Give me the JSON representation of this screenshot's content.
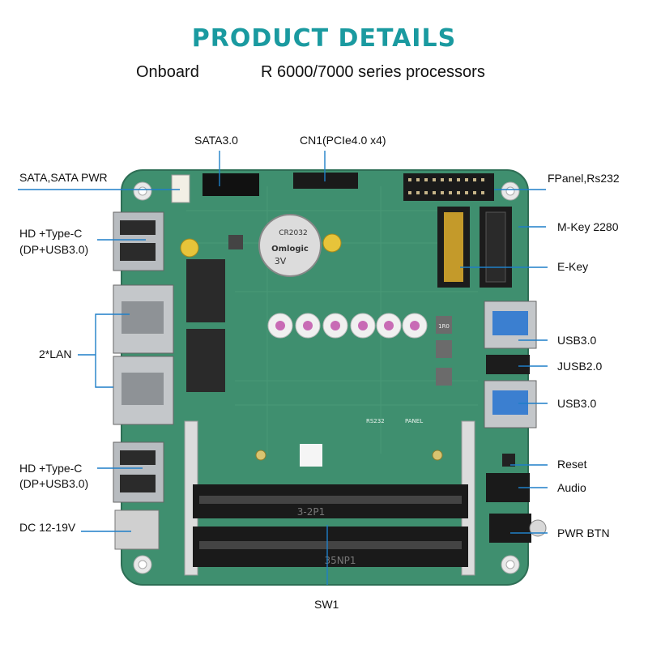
{
  "header": {
    "title": "PRODUCT DETAILS",
    "onboard": "Onboard",
    "processors": "R 6000/7000 series processors"
  },
  "colors": {
    "title": "#1a9aa0",
    "leader_line": "#1f7fc8",
    "board": "#3f8f6f",
    "board_edge": "#2e6e55"
  },
  "labels": {
    "sata3": "SATA3.0",
    "cn1": "CN1(PCIe4.0 x4)",
    "sata_pwr": "SATA,SATA PWR",
    "hd_typec_1_line1": "HD    +Type-C",
    "hd_typec_1_line2": "(DP+USB3.0)",
    "lan": "2*LAN",
    "hd_typec_2_line1": "HD    +Type-C",
    "hd_typec_2_line2": "(DP+USB3.0)",
    "dc": "DC 12-19V",
    "sw1": "SW1",
    "fpanel": "FPanel,Rs232",
    "mkey": "M-Key 2280",
    "ekey": "E-Key",
    "usb3_1": "USB3.0",
    "jusb2": "JUSB2.0",
    "usb3_2": "USB3.0",
    "reset": "Reset",
    "audio": "Audio",
    "pwr_btn": "PWR BTN"
  },
  "board_text": {
    "battery_1": "CR2032",
    "battery_2": "3V",
    "brand": "Omlogic",
    "ldo": "1R0",
    "dimm_1": "3-2P1",
    "dimm_2": "35NP1",
    "panel": "PANEL",
    "rs232": "RS232"
  }
}
